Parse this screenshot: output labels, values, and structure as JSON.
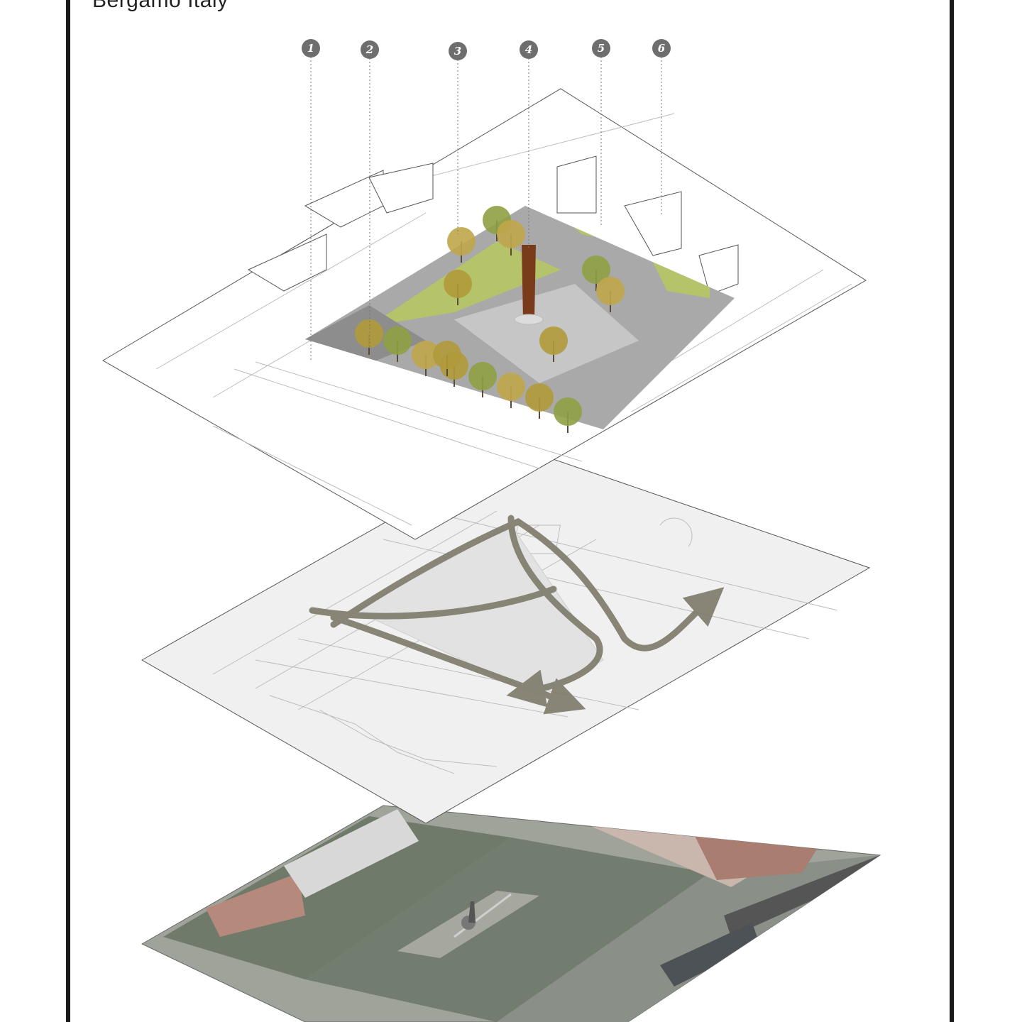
{
  "title": "Bergamo Italy",
  "markers": [
    {
      "label": "1"
    },
    {
      "label": "2"
    },
    {
      "label": "3"
    },
    {
      "label": "4"
    },
    {
      "label": "5"
    },
    {
      "label": "6"
    }
  ],
  "colors": {
    "frame": "#1a1a1a",
    "marker": "#6e6e6e",
    "grass": "#b5c46a",
    "paving": "#a9a9a9",
    "flow_arrows": "#7d7a6a",
    "monument": "#7a3b1a",
    "aerial_trees": "#6f7a6b",
    "aerial_roof": "#b58a7c"
  }
}
